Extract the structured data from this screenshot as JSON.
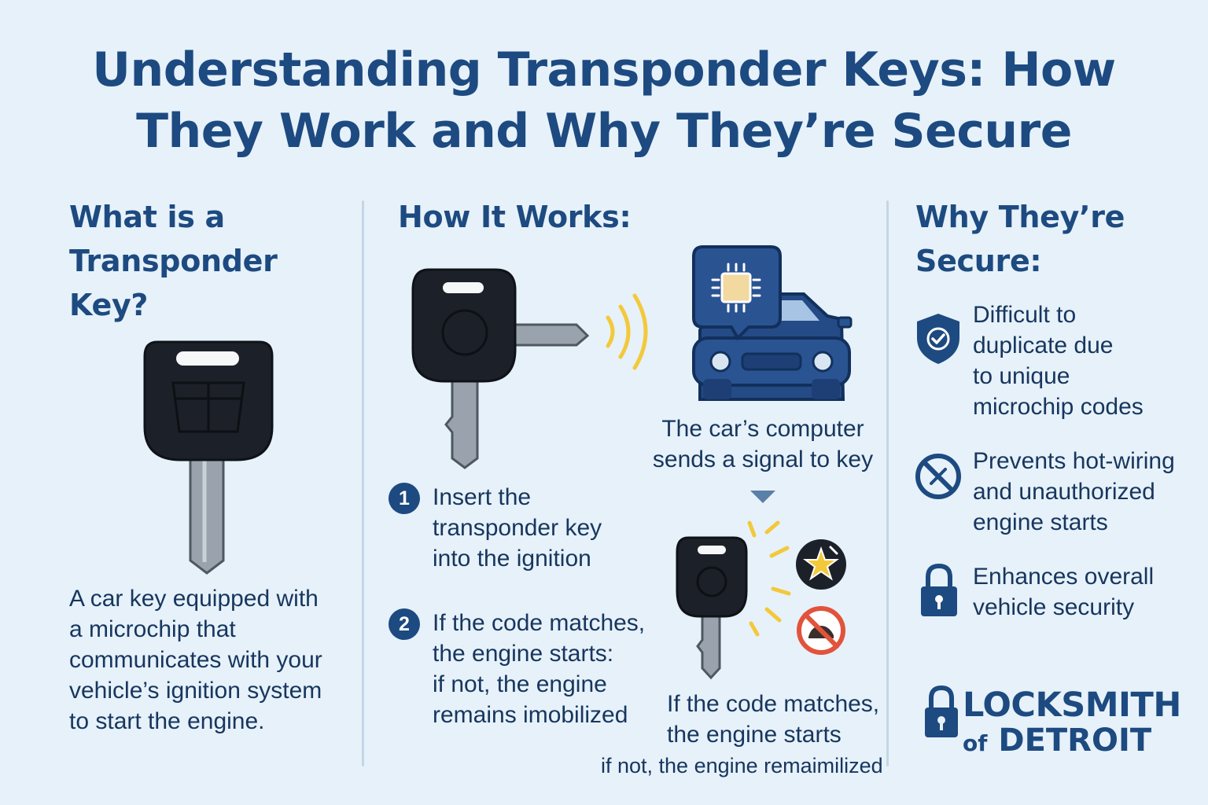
{
  "title": {
    "line1": "Understanding Transponder Keys: How",
    "line2": "They Work and Why They’re Secure"
  },
  "what": {
    "heading": [
      "What is a",
      "Transponder",
      "Key?"
    ],
    "description": [
      "A car key equipped with",
      "a microchip that",
      "communicates with your",
      "vehicle’s ignition system",
      "to start the engine."
    ]
  },
  "how": {
    "heading": "How It Works:",
    "computer_caption": [
      "The car’s computer",
      "sends a signal to key"
    ],
    "steps": [
      {
        "number": "1",
        "lines": [
          "Insert the",
          "transponder key",
          "into the ignition"
        ]
      },
      {
        "number": "2",
        "lines": [
          "If the code matches,",
          "the engine starts:",
          "if not, the engine",
          "remains imobilized"
        ]
      }
    ],
    "result_caption": [
      "If the code matches,",
      "the engine starts"
    ],
    "result_note": "if not, the engine remaimilized"
  },
  "why": {
    "heading": [
      "Why They’re",
      "Secure:"
    ],
    "items": [
      {
        "icon": "shield-check-icon",
        "lines": [
          "Difficult to",
          "duplicate due",
          "to unique",
          "microchip codes"
        ]
      },
      {
        "icon": "no-wiring-icon",
        "lines": [
          "Prevents hot-wiring",
          "and unauthorized",
          "engine starts"
        ]
      },
      {
        "icon": "padlock-icon",
        "lines": [
          "Enhances overall",
          "vehicle security"
        ]
      }
    ]
  },
  "logo": {
    "line1": "LOCKSMITH",
    "line2_of": "of",
    "line2_main": "DETROIT"
  },
  "colors": {
    "navy": "#1d4a80",
    "background": "#e6f1f9",
    "key_black": "#1c2129",
    "signal_yellow": "#f3c93b",
    "warning_red": "#e2533c"
  }
}
